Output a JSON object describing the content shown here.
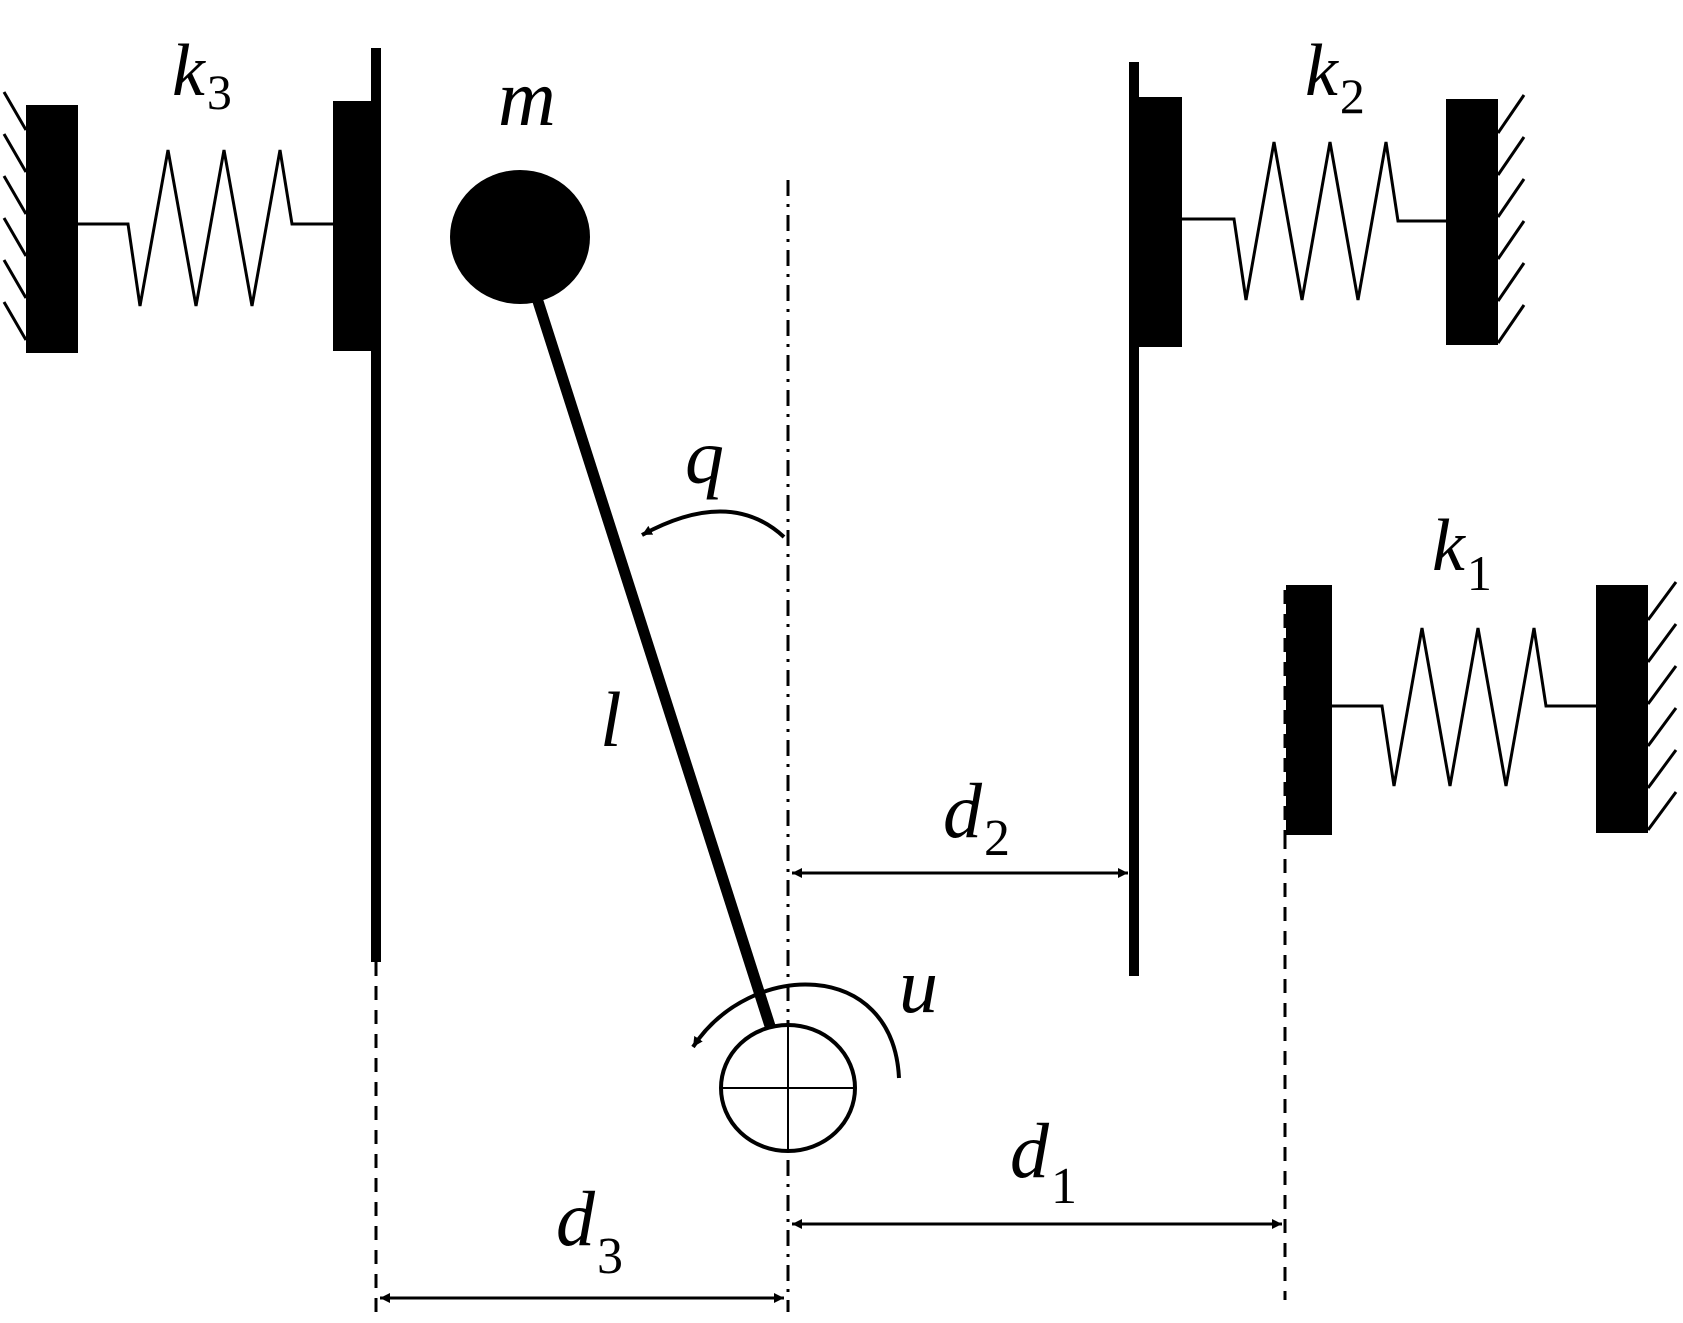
{
  "labels": {
    "mass": "m",
    "length": "l",
    "angle": "q",
    "torque": "u",
    "k1": {
      "base": "k",
      "sub": "1"
    },
    "k2": {
      "base": "k",
      "sub": "2"
    },
    "k3": {
      "base": "k",
      "sub": "3"
    },
    "d1": {
      "base": "d",
      "sub": "1"
    },
    "d2": {
      "base": "d",
      "sub": "2"
    },
    "d3": {
      "base": "d",
      "sub": "3"
    }
  },
  "colors": {
    "ink": "#000000",
    "background": "#ffffff"
  }
}
